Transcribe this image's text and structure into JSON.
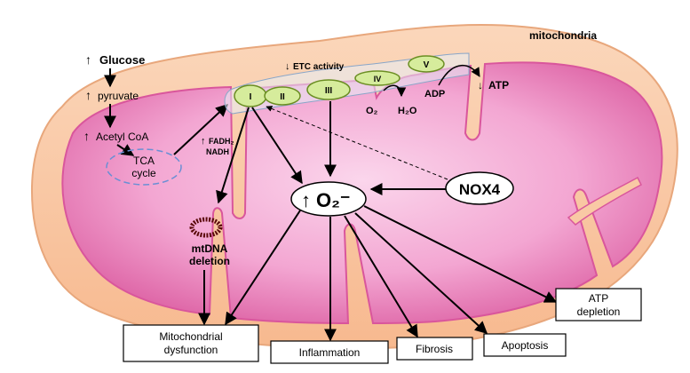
{
  "title": "mitochondria",
  "pathway": {
    "glucose": "Glucose",
    "pyruvate": "pyruvate",
    "acetyl_coa": "Acetyl CoA",
    "tca_line1": "TCA",
    "tca_line2": "cycle",
    "fadh2": "FADH₂",
    "nadh": "NADH"
  },
  "etc": {
    "activity_label": "ETC activity",
    "complexes": [
      "I",
      "II",
      "III",
      "IV",
      "V"
    ],
    "o2": "O₂",
    "h2o": "H₂O",
    "adp": "ADP",
    "atp": "ATP"
  },
  "superoxide": "O₂⁻",
  "nox4": "NOX4",
  "mtdna_line1": "mtDNA",
  "mtdna_line2": "deletion",
  "outcomes": {
    "mito_line1": "Mitochondrial",
    "mito_line2": "dysfunction",
    "inflammation": "Inflammation",
    "fibrosis": "Fibrosis",
    "apoptosis": "Apoptosis",
    "atp_line1": "ATP",
    "atp_line2": "depletion"
  },
  "colors": {
    "outer_membrane": "#f9c9a5",
    "outer_stroke": "#e8a77c",
    "matrix_light": "#f8c4e2",
    "matrix_dark": "#d9569c",
    "complex_fill": "#d6ec9c",
    "complex_stroke": "#6b8e23",
    "arrow": "#000000"
  }
}
